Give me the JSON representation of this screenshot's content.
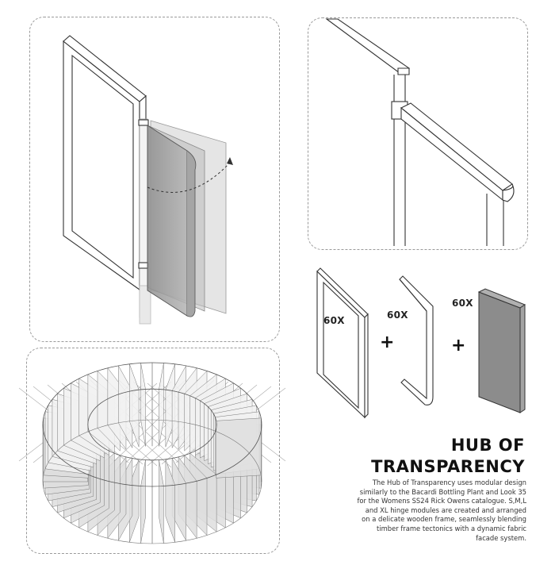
{
  "module_counts": {
    "frame": "60X",
    "hinge": "60X",
    "panel": "60X"
  },
  "operators": {
    "plus_1": "+",
    "plus_2": "+"
  },
  "title": {
    "line1": "HUB OF",
    "line2": "TRANSPARENCY"
  },
  "description": "The Hub of Transparency uses modular design similarly to the Bacardi Bottling Plant and Look 35 for the Womens SS24 Rick Owens catalogue. S,M,L and XL hinge modules are created and arranged on a delicate wooden frame, seamlessly blending timber frame tectonics with a dynamic fabric facade system.",
  "colors": {
    "line": "#333333",
    "fabric": "#9a9a9a",
    "fabric_light": "#c9c9c9",
    "dashed_border": "#9a9a9a"
  }
}
